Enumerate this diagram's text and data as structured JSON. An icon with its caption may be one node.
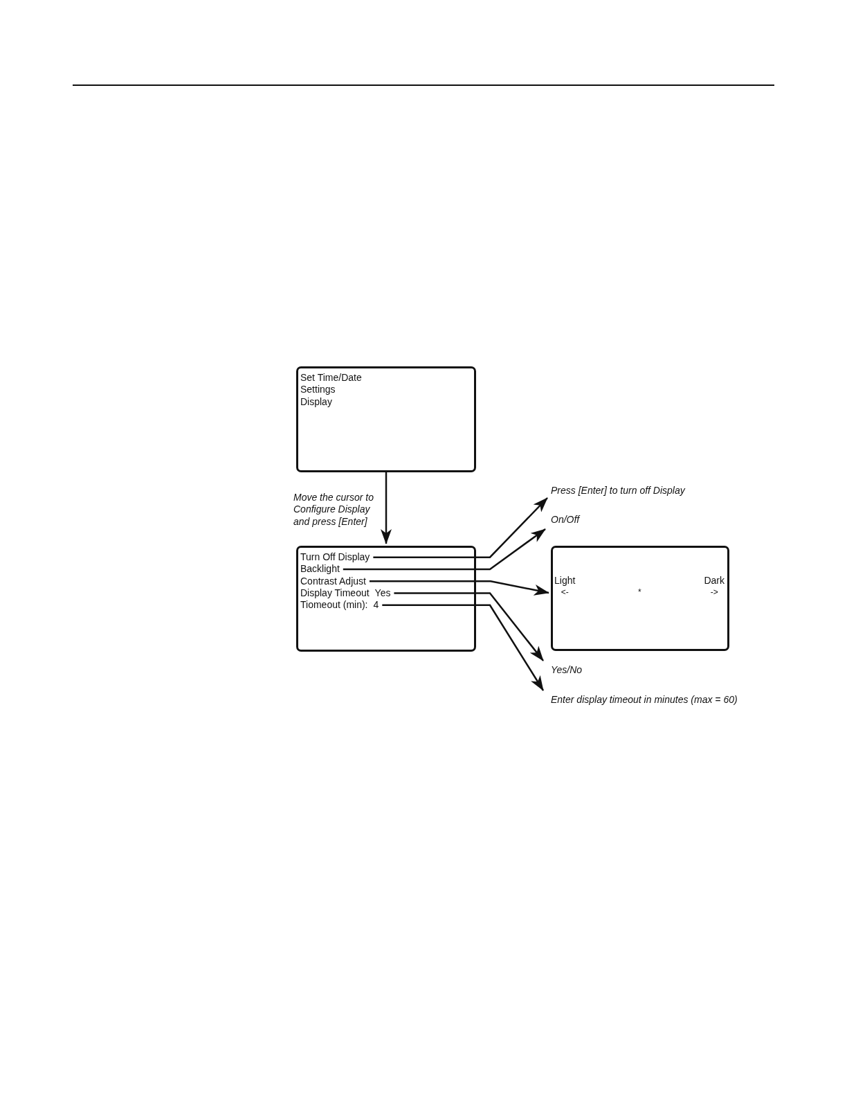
{
  "diagram": {
    "nodes": [
      {
        "text": [
          "Set Time/Date",
          "Settings",
          "Display"
        ]
      },
      {
        "text": [],
        "shape": "box"
      },
      {
        "text": [
          "Turn Off Display"
        ],
        "in": 1
      },
      {
        "text": [
          "Backlight"
        ],
        "in": 1
      },
      {
        "text": [
          "Contrast Adjust"
        ],
        "in": 1
      },
      {
        "text": [
          "Display Timeout",
          "Yes"
        ],
        "in": 1
      },
      {
        "text": [
          "Tiomeout (min):",
          "4"
        ],
        "in": 1
      },
      {
        "text": [
          "Press [Enter] to turn off Display"
        ]
      },
      {
        "text": [
          "On/Off"
        ]
      },
      {
        "text": [
          "Light",
          "Dark",
          "<-",
          "*",
          "->"
        ]
      },
      {
        "text": [
          "Yes/No"
        ]
      },
      {
        "text": [
          "Enter display timeout in minutes (max = 60)"
        ]
      }
    ],
    "edges": [
      {
        "from": 0,
        "to": 1,
        "arrow": "to",
        "label": "Move the cursor to Configure Display and press [Enter]"
      },
      {
        "from": 2,
        "to": 7,
        "arrow": "to"
      },
      {
        "from": 3,
        "to": 8,
        "arrow": "to"
      },
      {
        "from": 4,
        "to": 9,
        "arrow": "to"
      },
      {
        "from": 5,
        "to": 10,
        "arrow": "to"
      },
      {
        "from": 6,
        "to": 11,
        "arrow": "to"
      }
    ]
  }
}
